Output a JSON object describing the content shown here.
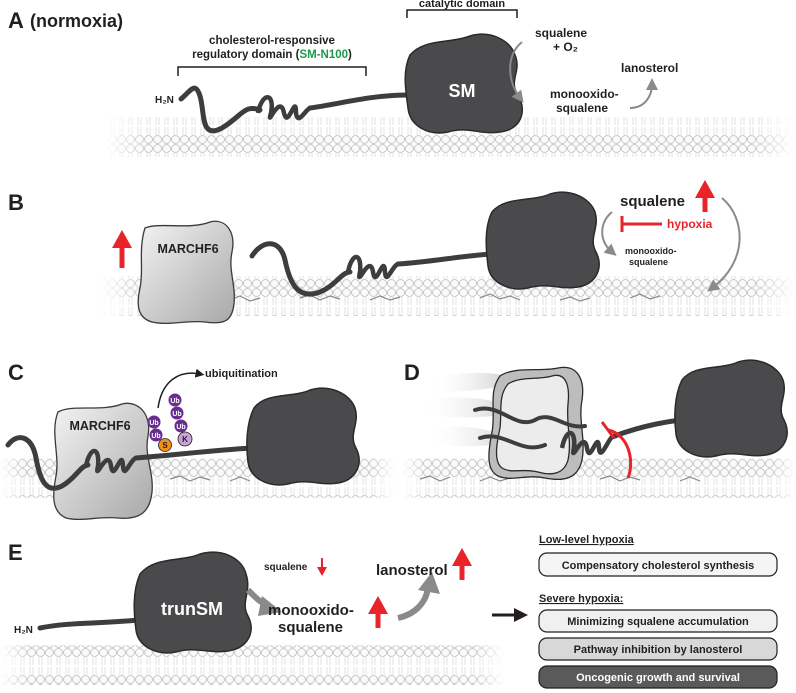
{
  "panelA": {
    "label": "A",
    "condition": "(normoxia)",
    "catalytic": "catalytic domain",
    "regulatory_line1": "cholesterol-responsive",
    "regulatory_line2_pre": "regulatory domain (",
    "regulatory_green": "SM-N100",
    "regulatory_line2_post": ")",
    "h2n": "H₂N",
    "sm": "SM",
    "squalene": "squalene",
    "o2": "+ O₂",
    "mono1": "monooxido-",
    "mono2": "squalene",
    "lanosterol": "lanosterol"
  },
  "panelB": {
    "label": "B",
    "marchf6": "MARCHF6",
    "squalene": "squalene",
    "hypoxia": "hypoxia",
    "mono1": "monooxido-",
    "mono2": "squalene"
  },
  "panelC": {
    "label": "C",
    "marchf6": "MARCHF6",
    "ubiquitination": "ubiquitination",
    "ub": "Ub",
    "s": "S",
    "k": "K"
  },
  "panelD": {
    "label": "D"
  },
  "panelE": {
    "label": "E",
    "h2n": "H₂N",
    "trunsm": "trunSM",
    "squalene": "squalene",
    "mono1": "monooxido-",
    "mono2": "squalene",
    "lanosterol": "lanosterol",
    "low_title": "Low-level hypoxia",
    "box1": "Compensatory cholesterol synthesis",
    "severe_title": "Severe hypoxia:",
    "box2": "Minimizing squalene accumulation",
    "box3": "Pathway inhibition by lanosterol",
    "box4": "Oncogenic growth and survival"
  },
  "colors": {
    "protein": "#4a4a4c",
    "red": "#e8232a",
    "green": "#1a9a4a",
    "ub_purple": "#6a2c91",
    "k_purple": "#c9a3d6",
    "s_orange": "#f18f1a",
    "box_light": "#f5f5f5",
    "box_mid": "#d8d8d8",
    "box_dark": "#5a5a5a"
  }
}
